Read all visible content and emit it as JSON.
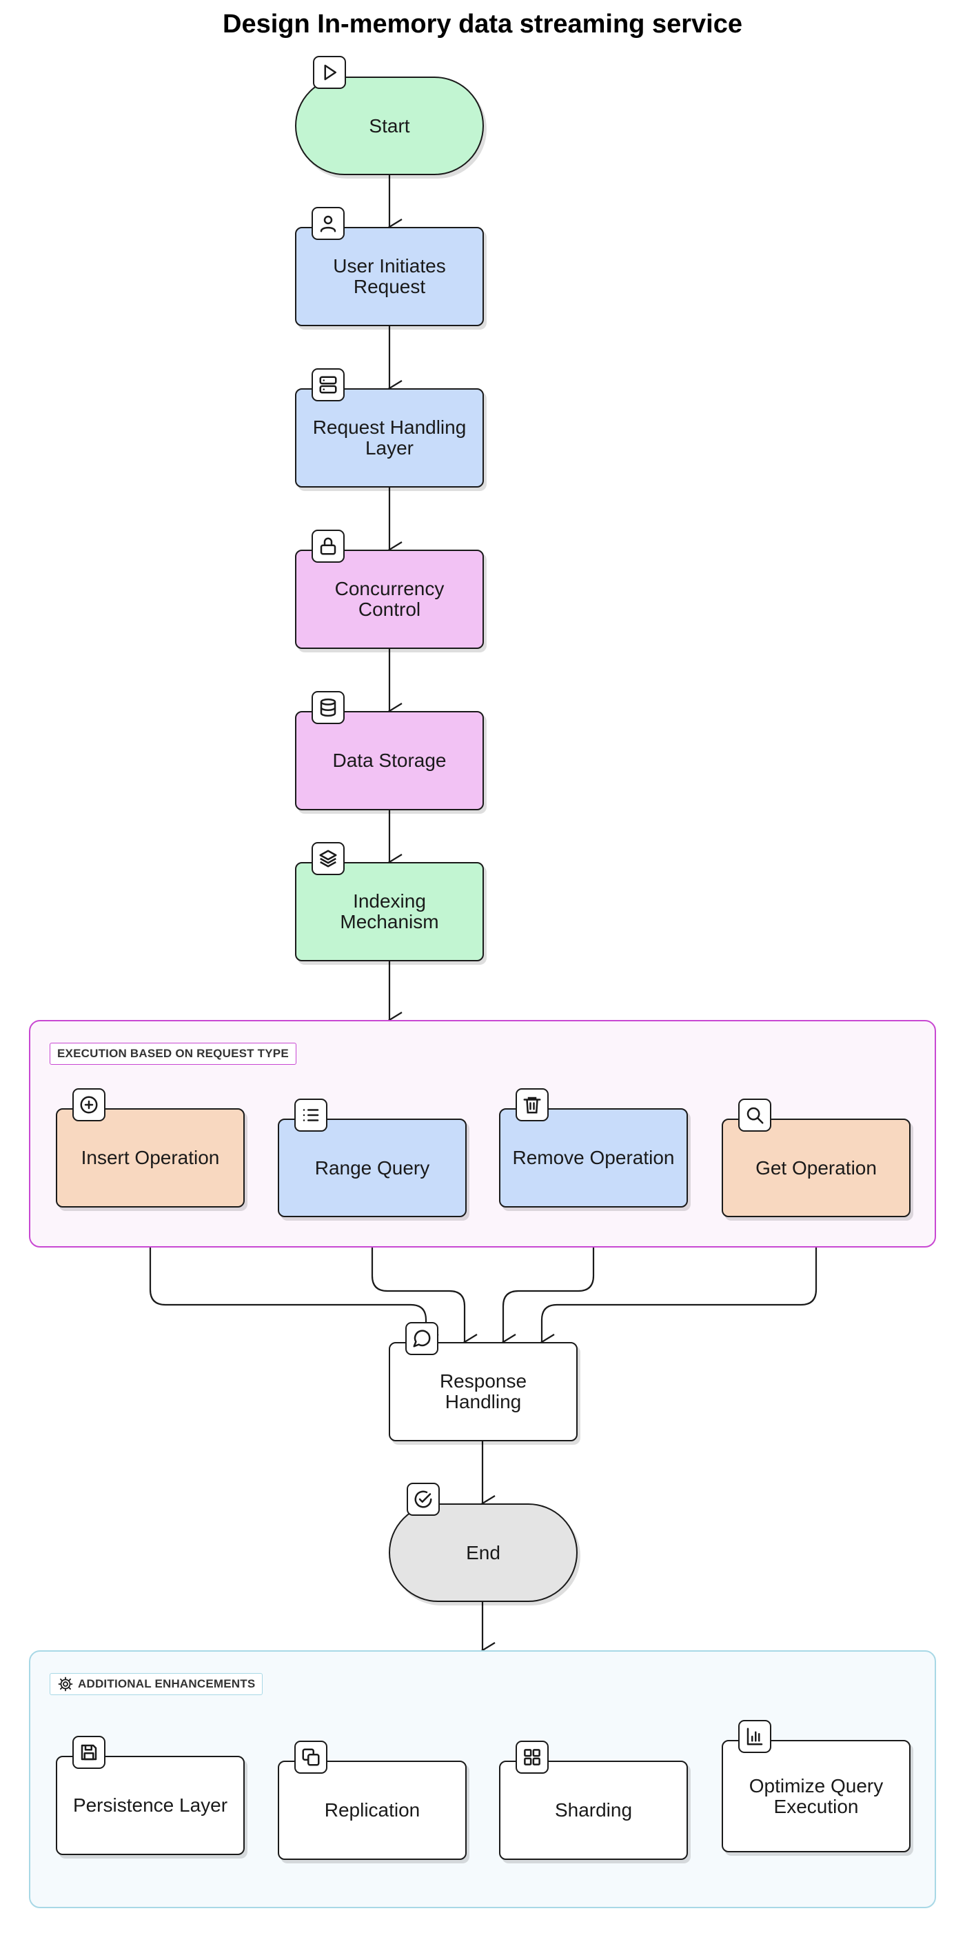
{
  "title": "Design In-memory data streaming service",
  "nodes": {
    "start": {
      "label": "Start",
      "icon": "play-icon",
      "color": "#c2f5d2"
    },
    "user_initiates_request": {
      "label": "User Initiates Request",
      "icon": "user-icon",
      "color": "#c8dcfa"
    },
    "request_handling_layer": {
      "label": "Request Handling Layer",
      "icon": "server-icon",
      "color": "#c8dcfa"
    },
    "concurrency_control": {
      "label": "Concurrency Control",
      "icon": "lock-icon",
      "color": "#f2c2f4"
    },
    "data_storage": {
      "label": "Data Storage",
      "icon": "database-icon",
      "color": "#f2c2f4"
    },
    "indexing_mechanism": {
      "label": "Indexing Mechanism",
      "icon": "layers-icon",
      "color": "#c2f5d2"
    },
    "insert_operation": {
      "label": "Insert Operation",
      "icon": "plus-circle-icon",
      "color": "#f8d8c0"
    },
    "range_query": {
      "label": "Range Query",
      "icon": "list-icon",
      "color": "#c8dcfa"
    },
    "remove_operation": {
      "label": "Remove Operation",
      "icon": "trash-icon",
      "color": "#c8dcfa"
    },
    "get_operation": {
      "label": "Get Operation",
      "icon": "search-icon",
      "color": "#f8d8c0"
    },
    "response_handling": {
      "label": "Response Handling",
      "icon": "message-circle-icon",
      "color": "#ffffff"
    },
    "end": {
      "label": "End",
      "icon": "check-circle-icon",
      "color": "#e4e4e4"
    },
    "persistence_layer": {
      "label": "Persistence Layer",
      "icon": "save-icon",
      "color": "#ffffff"
    },
    "replication": {
      "label": "Replication",
      "icon": "copy-icon",
      "color": "#ffffff"
    },
    "sharding": {
      "label": "Sharding",
      "icon": "grid-icon",
      "color": "#ffffff"
    },
    "optimize_query_execution": {
      "label": "Optimize Query Execution",
      "icon": "bar-chart-icon",
      "color": "#ffffff"
    }
  },
  "groups": {
    "execution": {
      "label": "EXECUTION BASED ON REQUEST TYPE",
      "border_color": "#c848d2"
    },
    "enhancements": {
      "label": "ADDITIONAL ENHANCEMENTS",
      "icon": "gear-icon",
      "border_color": "#a8d8e6"
    }
  },
  "edges": [
    {
      "from": "start",
      "to": "user_initiates_request"
    },
    {
      "from": "user_initiates_request",
      "to": "request_handling_layer"
    },
    {
      "from": "request_handling_layer",
      "to": "concurrency_control"
    },
    {
      "from": "concurrency_control",
      "to": "data_storage"
    },
    {
      "from": "data_storage",
      "to": "indexing_mechanism"
    },
    {
      "from": "indexing_mechanism",
      "to": "execution"
    },
    {
      "from": "insert_operation",
      "to": "response_handling"
    },
    {
      "from": "range_query",
      "to": "response_handling"
    },
    {
      "from": "remove_operation",
      "to": "response_handling"
    },
    {
      "from": "get_operation",
      "to": "response_handling"
    },
    {
      "from": "response_handling",
      "to": "end"
    },
    {
      "from": "end",
      "to": "enhancements"
    }
  ]
}
